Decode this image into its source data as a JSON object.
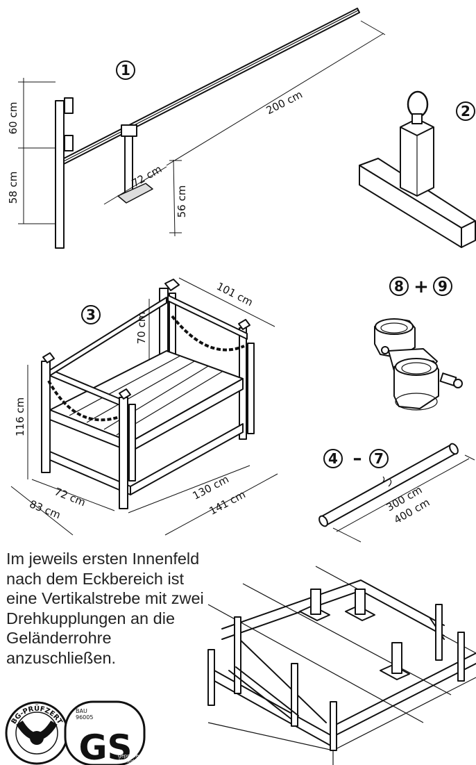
{
  "callouts": [
    "1",
    "2",
    "3",
    "8",
    "9",
    "4",
    "7"
  ],
  "operators": {
    "plus": "+",
    "dash": "–"
  },
  "part1": {
    "height_top": "60 cm",
    "height_bottom": "58 cm",
    "length": "200 cm",
    "depth": "72 cm",
    "height_rail": "56 cm"
  },
  "part3": {
    "width": "101 cm",
    "height_top": "70 cm",
    "height_total": "116 cm",
    "inner_depth": "72 cm",
    "outer_depth": "83 cm",
    "inner_length": "130 cm",
    "outer_length": "141 cm"
  },
  "tube": {
    "length_a": "300 cm",
    "length_b": "400 cm"
  },
  "instruction": "Im jeweils ersten Innenfeld nach dem Eckbereich ist eine Vertikalstrebe mit zwei Drehkupplungen an die Geländerrohre anzuschließen.",
  "seals": {
    "bg": "BG-PRÜFZERT",
    "gs_mark": "GS",
    "gs_top_1": "BAU",
    "gs_top_2": "96005",
    "gs_bottom_1": "geprüfte",
    "gs_bottom_2": "Sicherheit"
  },
  "colors": {
    "line": "#111111",
    "background": "#ffffff"
  }
}
